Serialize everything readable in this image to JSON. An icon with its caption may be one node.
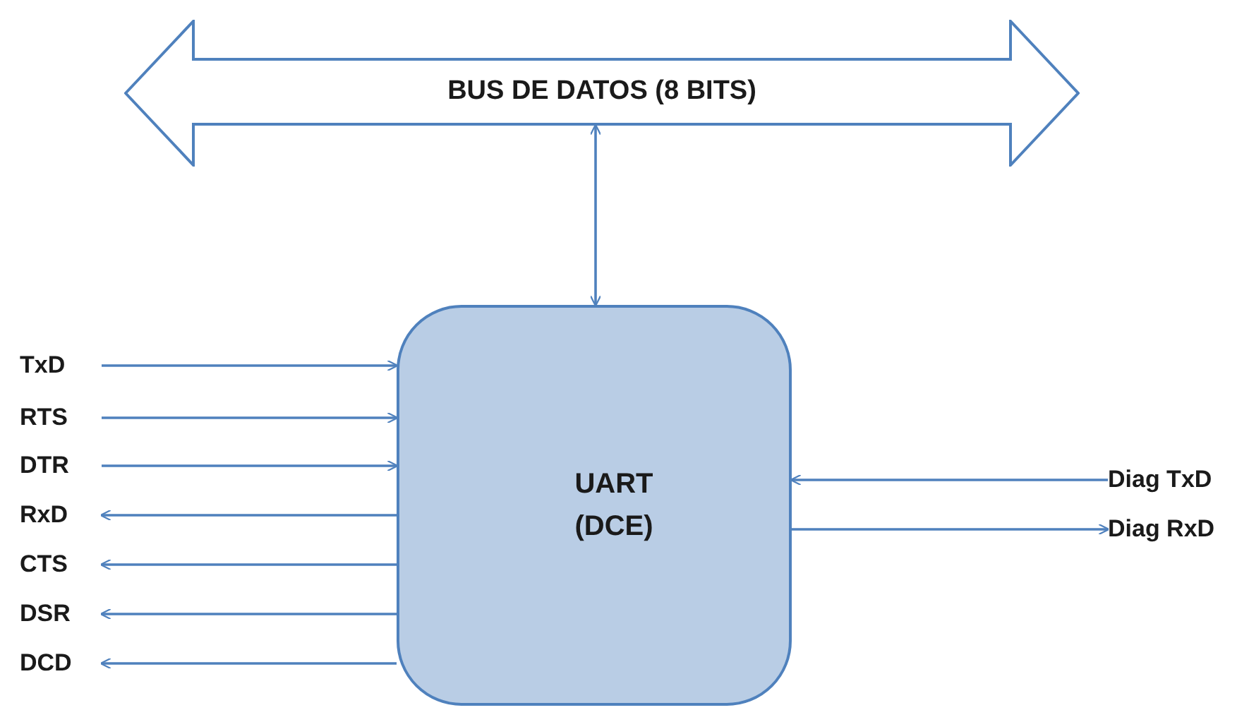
{
  "diagram": {
    "nodes": [
      {
        "text": [
          "BUS DE DATOS (8 BITS)"
        ]
      },
      {
        "text": [
          "UART (DCE)"
        ]
      },
      {
        "text": [
          "TxD"
        ]
      },
      {
        "text": [
          "RTS"
        ]
      },
      {
        "text": [
          "DTR"
        ]
      },
      {
        "text": [
          "RxD"
        ]
      },
      {
        "text": [
          "CTS"
        ]
      },
      {
        "text": [
          "DSR"
        ]
      },
      {
        "text": [
          "DCD"
        ]
      },
      {
        "text": [
          "Diag TxD"
        ]
      },
      {
        "text": [
          "Diag RxD"
        ]
      }
    ],
    "edges": [
      {
        "from": 0,
        "to": 1,
        "arrow": "both"
      },
      {
        "from": 2,
        "to": 1,
        "arrow": "to"
      },
      {
        "from": 3,
        "to": 1,
        "arrow": "to"
      },
      {
        "from": 4,
        "to": 1,
        "arrow": "to"
      },
      {
        "from": 1,
        "to": 5,
        "arrow": "to"
      },
      {
        "from": 1,
        "to": 6,
        "arrow": "to"
      },
      {
        "from": 1,
        "to": 7,
        "arrow": "to"
      },
      {
        "from": 1,
        "to": 8,
        "arrow": "to"
      },
      {
        "from": 9,
        "to": 1,
        "arrow": "to"
      },
      {
        "from": 1,
        "to": 10,
        "arrow": "to"
      }
    ]
  }
}
